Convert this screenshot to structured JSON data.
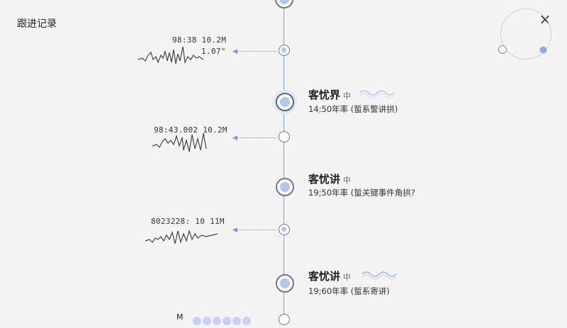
{
  "panel_title": "跟进记录",
  "close_glyph": "×",
  "waves": [
    {
      "label": "98:38 10.2M",
      "sublabel": "1.07°"
    },
    {
      "label": "98:43.002 10.2M",
      "sublabel": ""
    },
    {
      "label": "8023228: 10 11M",
      "sublabel": ""
    }
  ],
  "events": [
    {
      "title": "客忧界",
      "badge": "中",
      "subtitle": "14;50年率 (蜇系警讲拱)"
    },
    {
      "title": "客忧讲",
      "badge": "中",
      "subtitle": "19;50年率 (蜇关键事件角拱?"
    },
    {
      "title": "客忧讲",
      "badge": "中",
      "subtitle": "19;60年率 (蜇系寄讲)"
    }
  ],
  "bottom": {
    "label": "M"
  },
  "colors": {
    "accent": "#8ea7e8",
    "line": "#9aa0aa",
    "background": "#f4f4f5"
  },
  "icons": [
    "close-icon",
    "dial-icon"
  ]
}
